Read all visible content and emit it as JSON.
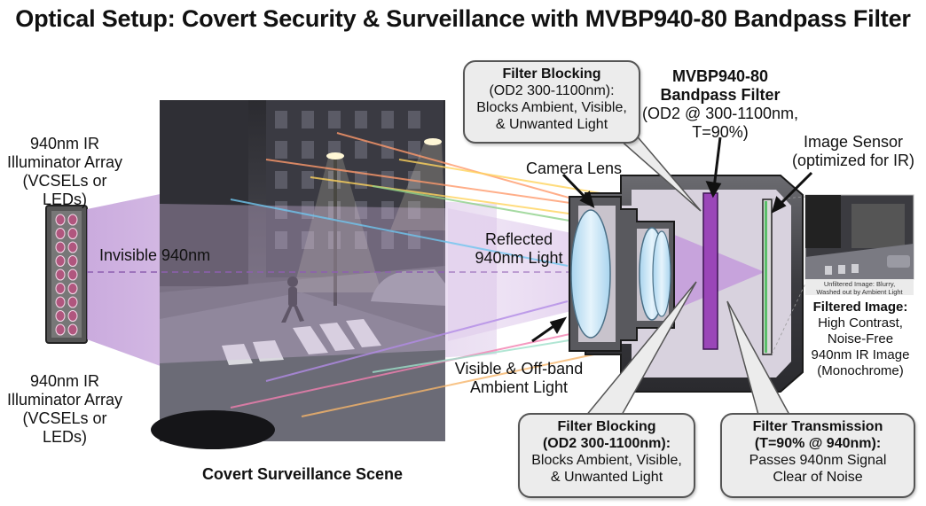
{
  "title": "Optical Setup: Covert Security & Surveillance with MVBP940-80 Bandpass Filter",
  "illuminator": {
    "label_top": "940nm IR\nIlluminator Array\n(VCSELs or LEDs)",
    "label_bottom": "940nm IR\nIlluminator Array\n(VCSELs or LEDs)",
    "beam_label": "Invisible 940nm"
  },
  "scene": {
    "caption": "Covert Surveillance Scene"
  },
  "reflected_label": "Reflected\n940nm Light",
  "ambient_label": "Visible & Off-band\nAmbient Light",
  "camera_lens_label": "Camera Lens",
  "filter": {
    "name": "MVBP940-80\nBandpass Filter",
    "spec": "(OD2 @ 300-1100nm,\nT=90%)"
  },
  "sensor_label": "Image Sensor\n(optimized for IR)",
  "callout_top": {
    "heading": "Filter Blocking",
    "line1": "(OD2 300-1100nm):",
    "body": "Blocks Ambient, Visible,\n& Unwanted Light"
  },
  "callout_bottom_left": {
    "heading": "Filter Blocking",
    "line1": "(OD2 300-1100nm):",
    "body": "Blocks Ambient, Visible,\n& Unwanted Light"
  },
  "callout_bottom_right": {
    "heading": "Filter Transmission",
    "line1": "(T=90% @ 940nm):",
    "body1": "Passes 940nm Signal",
    "body2": "Clear of Noise"
  },
  "unfiltered_caption": "Unfiltered Image: Blurry,\nWashed out by Ambient Light",
  "filtered_image": {
    "heading": "Filtered Image:",
    "body": "High Contrast,\nNoise-Free\n940nm IR Image\n(Monochrome)"
  },
  "colors": {
    "beam": "#c9a6dc",
    "filter": "#9a46b8",
    "sensor_strip": "#5bbf6a",
    "callout_bg": "#ececec"
  }
}
